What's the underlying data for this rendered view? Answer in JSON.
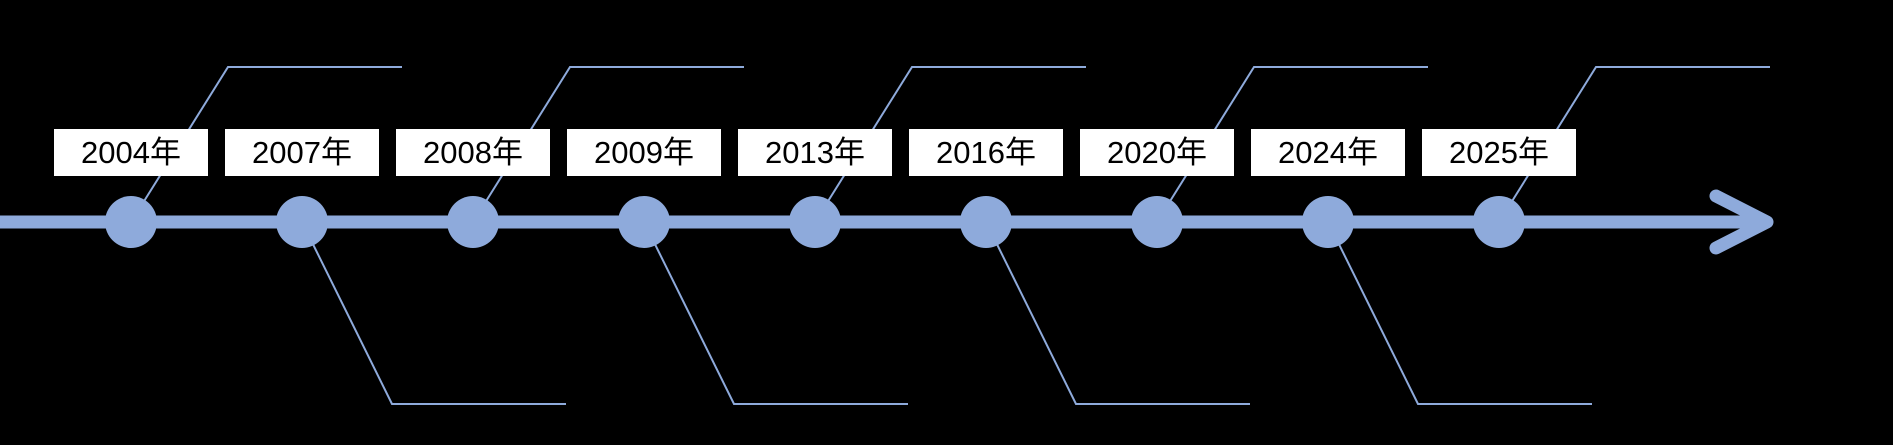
{
  "diagram": {
    "type": "timeline",
    "orientation": "horizontal",
    "items": [
      {
        "label": "2004年",
        "callout": "up"
      },
      {
        "label": "2007年",
        "callout": "down"
      },
      {
        "label": "2008年",
        "callout": "up"
      },
      {
        "label": "2009年",
        "callout": "down"
      },
      {
        "label": "2013年",
        "callout": "up"
      },
      {
        "label": "2016年",
        "callout": "down"
      },
      {
        "label": "2020年",
        "callout": "up"
      },
      {
        "label": "2024年",
        "callout": "down"
      },
      {
        "label": "2025年",
        "callout": "up"
      }
    ],
    "colors": {
      "background": "#000000",
      "timeline": "#8EAADB",
      "callout_line": "#8EAADB",
      "label_background": "#FFFFFF",
      "label_text": "#000000"
    }
  }
}
